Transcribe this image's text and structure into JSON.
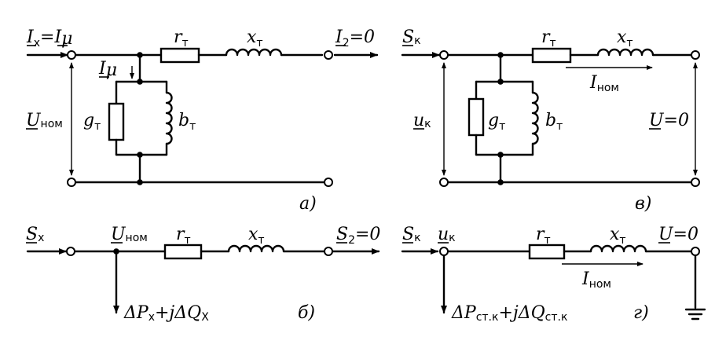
{
  "panel_a": {
    "ix": "I",
    "ix_sub": "x",
    "imu": "I",
    "imu_sub": "μ",
    "eq": "=",
    "rt": "r",
    "rt_sub": "т",
    "xt": "x",
    "xt_sub": "т",
    "i2": "I",
    "i2_sub": "2",
    "i2_val": "=0",
    "imu2": "I",
    "imu2_sub": "μ",
    "unom": "U",
    "unom_sub": "ном",
    "gt": "g",
    "gt_sub": "т",
    "bt": "b",
    "bt_sub": "т",
    "caption": "a)"
  },
  "panel_v": {
    "sk": "S",
    "sk_sub": "к",
    "rt": "r",
    "rt_sub": "т",
    "xt": "x",
    "xt_sub": "т",
    "inom": "I",
    "inom_sub": "ном",
    "uk": "u",
    "uk_sub": "к",
    "gt": "g",
    "gt_sub": "т",
    "bt": "b",
    "bt_sub": "т",
    "u0": "U",
    "u0_val": "=0",
    "caption": "в)"
  },
  "panel_b": {
    "sx": "S",
    "sx_sub": "x",
    "unom": "U",
    "unom_sub": "ном",
    "rt": "r",
    "rt_sub": "т",
    "xt": "x",
    "xt_sub": "т",
    "s2": "S",
    "s2_sub": "2",
    "s2_val": "=0",
    "loss": "ΔP",
    "loss_sub1": "x",
    "loss_mid": "+jΔQ",
    "loss_sub2": "X",
    "caption": "б)"
  },
  "panel_g": {
    "sk": "S",
    "sk_sub": "к",
    "uk": "u",
    "uk_sub": "к",
    "rt": "r",
    "rt_sub": "т",
    "xt": "x",
    "xt_sub": "т",
    "u0": "U",
    "u0_val": "=0",
    "inom": "I",
    "inom_sub": "ном",
    "loss": "ΔP",
    "loss_sub1": "ст.к",
    "loss_mid": "+jΔQ",
    "loss_sub2": "ст.к",
    "caption": "г)"
  }
}
